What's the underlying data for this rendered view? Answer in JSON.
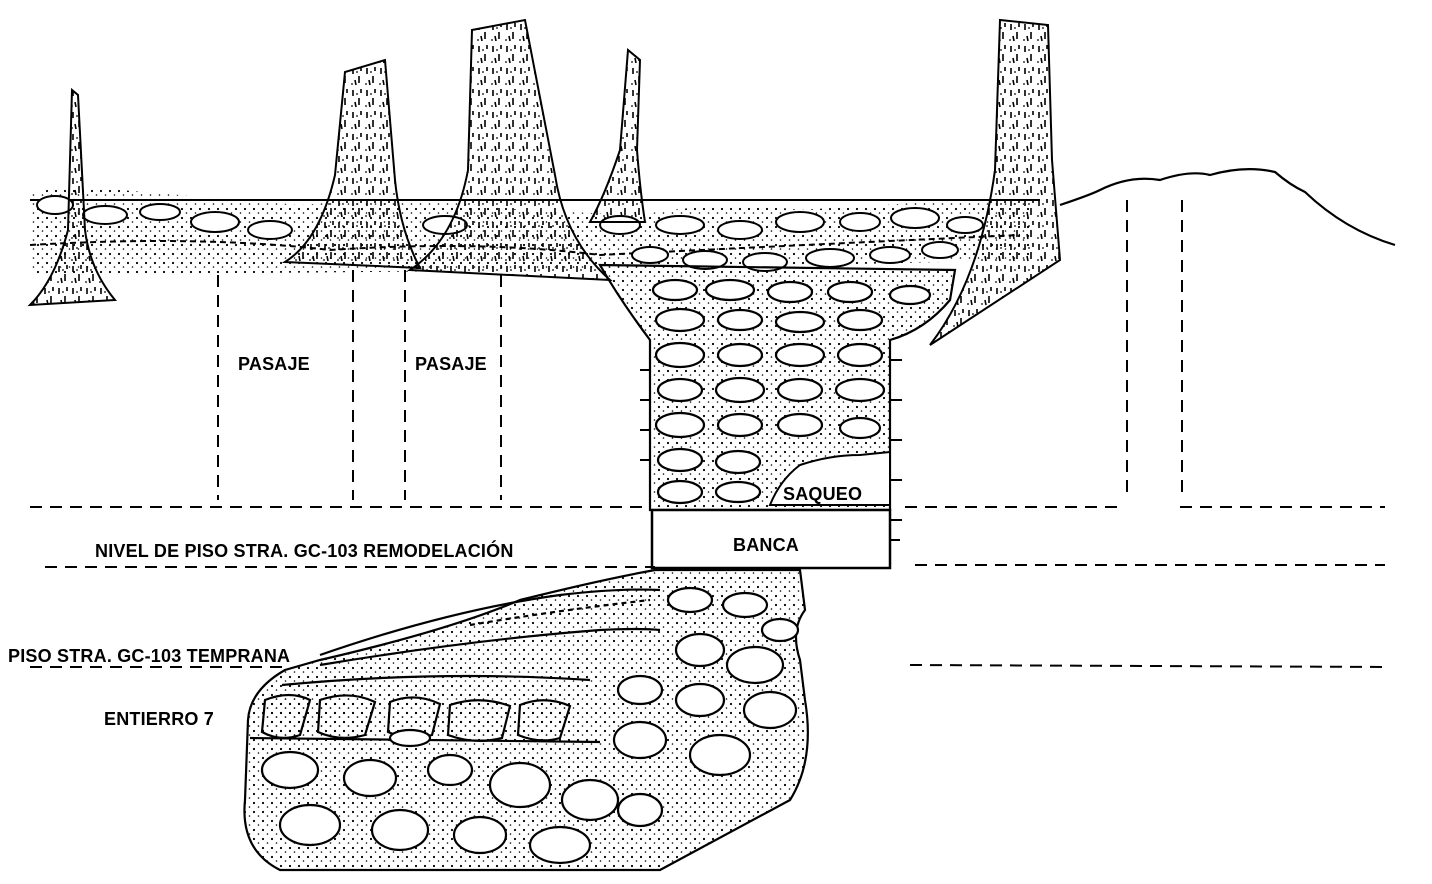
{
  "labels": {
    "pasaje_1": "PASAJE",
    "pasaje_2": "PASAJE",
    "saqueo": "SAQUEO",
    "banca": "BANCA",
    "nivel_remodelacion": "NIVEL DE PISO STRA. GC-103 REMODELACIÓN",
    "piso_temprana": "PISO STRA. GC-103 TEMPRANA",
    "entierro": "ENTIERRO 7"
  },
  "colors": {
    "ink": "#000000",
    "paper": "#ffffff"
  }
}
